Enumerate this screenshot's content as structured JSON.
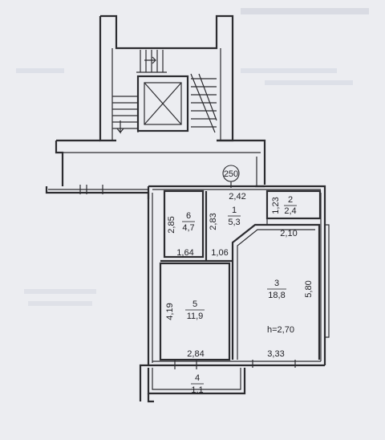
{
  "marker": "250",
  "rooms": [
    {
      "id": "1",
      "area": "5,3"
    },
    {
      "id": "2",
      "area": "2,4"
    },
    {
      "id": "3",
      "area": "18,8"
    },
    {
      "id": "4",
      "area": "1,1"
    },
    {
      "id": "5",
      "area": "11,9"
    },
    {
      "id": "6",
      "area": "4,7"
    }
  ],
  "dimensions": {
    "d242": "2,42",
    "d285": "2,85",
    "d283": "2,83",
    "d123": "1,23",
    "d210": "2,10",
    "d164": "1,64",
    "d106": "1,06",
    "d580": "5,80",
    "d419": "4,19",
    "d284": "2,84",
    "d333": "3,33"
  },
  "ceiling_height": "h=2,70"
}
